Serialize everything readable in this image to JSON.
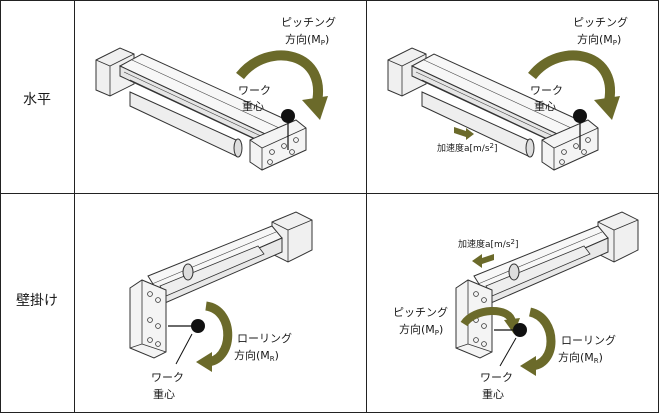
{
  "rows": [
    {
      "label": "水平"
    },
    {
      "label": "壁掛け"
    }
  ],
  "panels": {
    "horizontal_static": {
      "moment_line1": "ピッチング",
      "moment_line2_main": "方向(M",
      "moment_line2_sub": "P",
      "moment_line2_end": ")",
      "work_line1": "ワーク",
      "work_line2": "重心"
    },
    "horizontal_accel": {
      "moment_line1": "ピッチング",
      "moment_line2_main": "方向(M",
      "moment_line2_sub": "P",
      "moment_line2_end": ")",
      "work_line1": "ワーク",
      "work_line2": "重心",
      "accel_main": "加速度a[m/s",
      "accel_sup": "2",
      "accel_end": "]"
    },
    "wall_static": {
      "moment_line1": "ローリング",
      "moment_line2_main": "方向(M",
      "moment_line2_sub": "R",
      "moment_line2_end": ")",
      "work_line1": "ワーク",
      "work_line2": "重心"
    },
    "wall_accel": {
      "pitch_line1": "ピッチング",
      "pitch_line2_main": "方向(M",
      "pitch_line2_sub": "P",
      "pitch_line2_end": ")",
      "roll_line1": "ローリング",
      "roll_line2_main": "方向(M",
      "roll_line2_sub": "R",
      "roll_line2_end": ")",
      "work_line1": "ワーク",
      "work_line2": "重心",
      "accel_main": "加速度a[m/s",
      "accel_sup": "2",
      "accel_end": "]"
    }
  },
  "colors": {
    "arrow": "#6b6a2a",
    "grid": "#222222",
    "body": "#f2f2f2",
    "outline": "#333333"
  }
}
